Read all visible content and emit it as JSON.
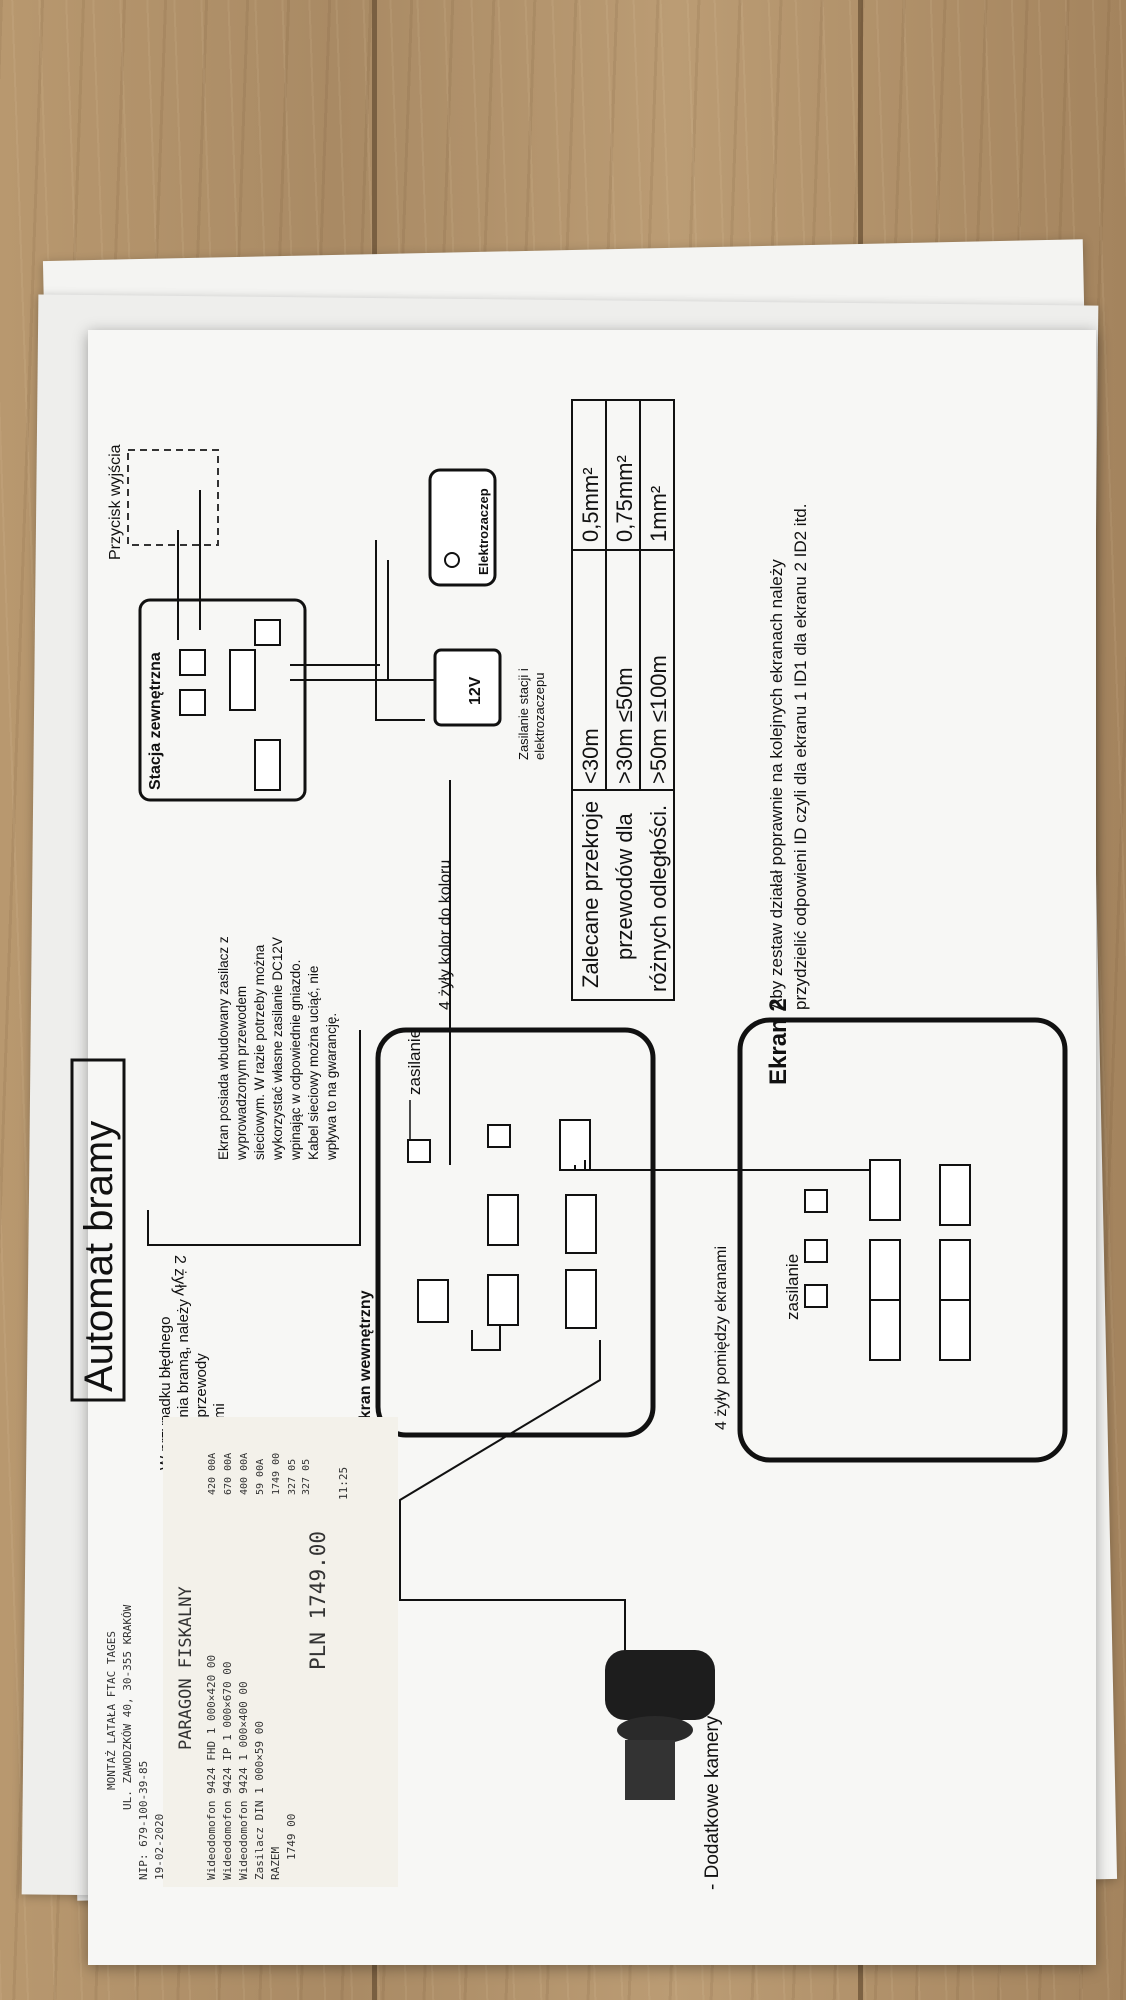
{
  "diagram": {
    "title": "Automat bramy",
    "reverse_note": [
      "W przypadku błędnego",
      "sterowania bramą, należy",
      "obrócić przewody",
      "miejscami"
    ],
    "two_wires": "2 żyły",
    "screen_note": [
      "Ekran posiada wbudowany zasilacz z",
      "wyprowadzonym przewodem",
      "sieciowym. W razie potrzeby można",
      "wykorzystać własne zasilanie DC12V",
      "wpinając w odpowiednie gniazdo.",
      "Kabel sieciowy można uciąć, nie",
      "wpływa to na gwarancję."
    ],
    "indoor_screen": "Ekran wewnętrzny",
    "power_label_1": "zasilanie",
    "color_wires": "4 żyły kolor do koloru",
    "between_screens": "4 żyły pomiędzy ekranami",
    "screen2_title": "Ekran 2",
    "power_label_2": "zasilanie",
    "outdoor_station": "Stacja zewnętrzna",
    "exit_button": "Przycisk wyjścia",
    "lock": "Elektrozaczep",
    "psu": "12V",
    "psu_note": [
      "Zasilanie stacji i",
      "elektrozaczepu"
    ],
    "extra_cameras": "- Dodatkowe kamery",
    "id_note": [
      "Aby zestaw działał poprawnie na kolejnych ekranach należy",
      "przydzielić odpowieni ID czyli dla ekranu 1 ID1 dla ekranu 2 ID2 itd."
    ],
    "table": {
      "header": [
        "Zalecane przekroje",
        "przewodów dla",
        "różnych odległości."
      ],
      "rows": [
        {
          "distance": "<30m",
          "section": "0,5mm²"
        },
        {
          "distance": ">30m ≤50m",
          "section": "0,75mm²"
        },
        {
          "distance": ">50m ≤100m",
          "section": "1mm²"
        }
      ]
    }
  },
  "receipt": {
    "lines": [
      "MONTAŻ LATAŁA FTAC TAGES",
      "UL. ZAWODZKÓW 40, 30-355 KRAKÓW",
      "NIP: 679-100-39-85",
      "19-02-2020",
      "PARAGON FISKALNY",
      "Wideodomofon 9424 FHD 1 000×420 00",
      "Wideodomofon 9424 IP 1 000×670 00",
      "Wideodomofon 9424 1 000×400 00",
      "Zasilacz DIN 1 000×59 00",
      "RAZEM",
      "1749 00",
      "PLN 1749.00",
      "11:25"
    ],
    "right_lines": [
      "420 00A",
      "670 00A",
      "400 00A",
      "59 00A",
      "1749 00",
      "327 05",
      "327 05"
    ]
  }
}
